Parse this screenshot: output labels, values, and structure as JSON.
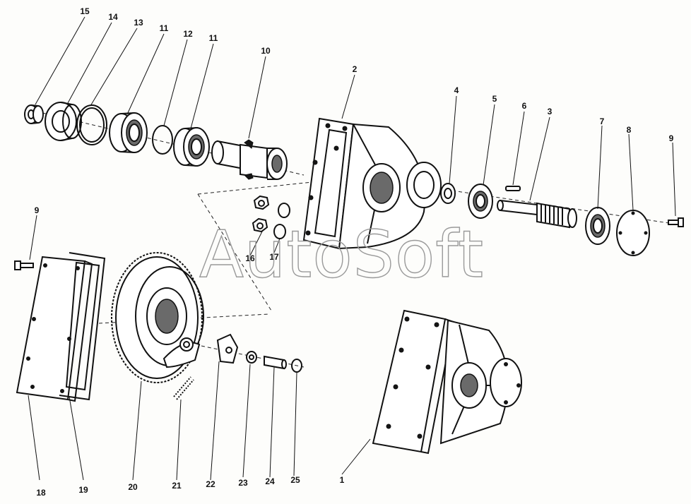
{
  "watermark": "AutoSoft",
  "callouts": {
    "c1": "1",
    "c2": "2",
    "c3": "3",
    "c4": "4",
    "c5": "5",
    "c6": "6",
    "c7": "7",
    "c8": "8",
    "c9a": "9",
    "c9b": "9",
    "c10": "10",
    "c11a": "11",
    "c11b": "11",
    "c12": "12",
    "c13": "13",
    "c14": "14",
    "c15": "15",
    "c16": "16",
    "c17": "17",
    "c18": "18",
    "c19": "19",
    "c20": "20",
    "c21": "21",
    "c22": "22",
    "c23": "23",
    "c24": "24",
    "c25": "25"
  }
}
